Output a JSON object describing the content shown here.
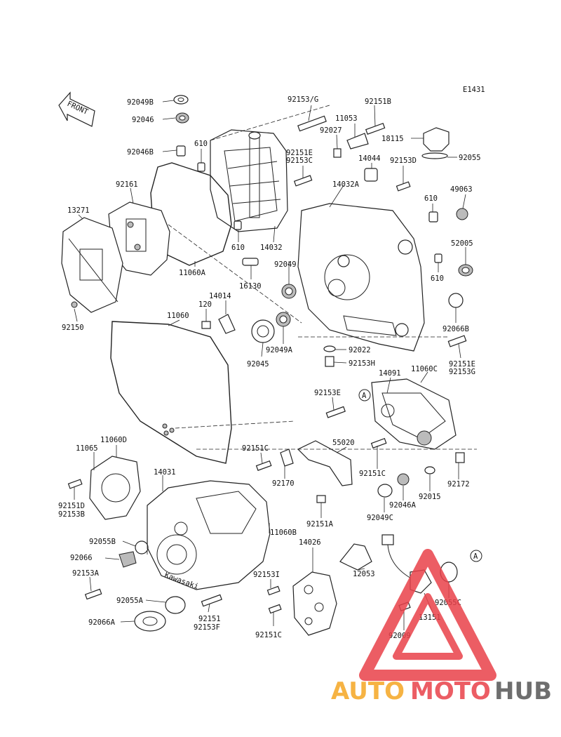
{
  "diagram": {
    "code": "E1431",
    "front_label": "FRONT",
    "callout_a": "A",
    "parts": [
      {
        "id": "p01",
        "label": "92049B"
      },
      {
        "id": "p02",
        "label": "92046"
      },
      {
        "id": "p03",
        "label": "92046B"
      },
      {
        "id": "p04",
        "label": "610"
      },
      {
        "id": "p05",
        "label": "92161"
      },
      {
        "id": "p06",
        "label": "13271"
      },
      {
        "id": "p07",
        "label": "92150"
      },
      {
        "id": "p08",
        "label": "11060A"
      },
      {
        "id": "p09",
        "label": "610"
      },
      {
        "id": "p10",
        "label": "14032"
      },
      {
        "id": "p11",
        "label": "92153/G"
      },
      {
        "id": "p12",
        "label": "92151B"
      },
      {
        "id": "p13",
        "label": "11053"
      },
      {
        "id": "p14",
        "label": "92027"
      },
      {
        "id": "p15",
        "label": "92151E"
      },
      {
        "id": "p16",
        "label": "92153C"
      },
      {
        "id": "p17",
        "label": "14044"
      },
      {
        "id": "p18",
        "label": "92153D"
      },
      {
        "id": "p19",
        "label": "18115"
      },
      {
        "id": "p20",
        "label": "92055"
      },
      {
        "id": "p21",
        "label": "14032A"
      },
      {
        "id": "p22",
        "label": "610"
      },
      {
        "id": "p23",
        "label": "49063"
      },
      {
        "id": "p24",
        "label": "52005"
      },
      {
        "id": "p25",
        "label": "610"
      },
      {
        "id": "p26",
        "label": "92049"
      },
      {
        "id": "p27",
        "label": "16130"
      },
      {
        "id": "p28",
        "label": "14014"
      },
      {
        "id": "p29",
        "label": "120"
      },
      {
        "id": "p30",
        "label": "11060"
      },
      {
        "id": "p31",
        "label": "92049A"
      },
      {
        "id": "p32",
        "label": "92045"
      },
      {
        "id": "p33",
        "label": "92022"
      },
      {
        "id": "p34",
        "label": "92153H"
      },
      {
        "id": "p35",
        "label": "92066B"
      },
      {
        "id": "p36",
        "label": "92151E"
      },
      {
        "id": "p37",
        "label": "92153G"
      },
      {
        "id": "p38",
        "label": "14091"
      },
      {
        "id": "p39",
        "label": "11060C"
      },
      {
        "id": "p40",
        "label": "92153E"
      },
      {
        "id": "p41",
        "label": "55020"
      },
      {
        "id": "p42",
        "label": "92151C"
      },
      {
        "id": "p43",
        "label": "92170"
      },
      {
        "id": "p44",
        "label": "92151C"
      },
      {
        "id": "p45",
        "label": "92172"
      },
      {
        "id": "p46",
        "label": "92015"
      },
      {
        "id": "p47",
        "label": "92046A"
      },
      {
        "id": "p48",
        "label": "92049C"
      },
      {
        "id": "p49",
        "label": "92151A"
      },
      {
        "id": "p50",
        "label": "11060D"
      },
      {
        "id": "p51",
        "label": "11065"
      },
      {
        "id": "p52",
        "label": "92151D"
      },
      {
        "id": "p53",
        "label": "92153B"
      },
      {
        "id": "p54",
        "label": "14031"
      },
      {
        "id": "p55",
        "label": "11060B"
      },
      {
        "id": "p56",
        "label": "14026"
      },
      {
        "id": "p57",
        "label": "92055B"
      },
      {
        "id": "p58",
        "label": "92066"
      },
      {
        "id": "p59",
        "label": "92153A"
      },
      {
        "id": "p60",
        "label": "92055A"
      },
      {
        "id": "p61",
        "label": "92066A"
      },
      {
        "id": "p62",
        "label": "92151"
      },
      {
        "id": "p63",
        "label": "92153F"
      },
      {
        "id": "p64",
        "label": "92153I"
      },
      {
        "id": "p65",
        "label": "92151C"
      },
      {
        "id": "p66",
        "label": "12053"
      },
      {
        "id": "p67",
        "label": "92055C"
      },
      {
        "id": "p68",
        "label": "13151"
      },
      {
        "id": "p69",
        "label": "92009"
      }
    ]
  },
  "watermark": {
    "part1": "AUTO",
    "part2": "MOTO",
    "part3": "HUB",
    "color_orange": "#f5a623",
    "color_red": "#e9414a",
    "color_grey": "#555555"
  }
}
